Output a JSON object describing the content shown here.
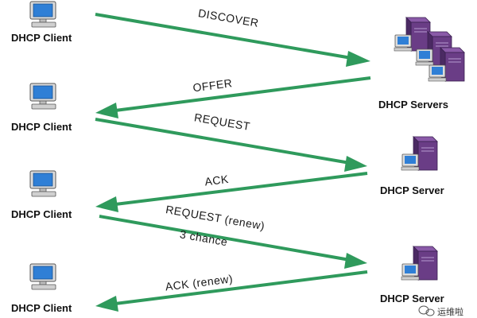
{
  "colors": {
    "arrow": "#2f9a5c",
    "monitor_body": "#dcdcdc",
    "screen": "#2f7fd6",
    "server": "#6a3d86",
    "server_dark": "#4b2a63"
  },
  "icons": {
    "client": "computer-icon",
    "server": "server-icon",
    "servers": "server-group-icon",
    "watermark": "wechat-icon"
  },
  "clients": [
    {
      "label": "DHCP Client"
    },
    {
      "label": "DHCP Client"
    },
    {
      "label": "DHCP Client"
    },
    {
      "label": "DHCP Client"
    }
  ],
  "servers": [
    {
      "label": "DHCP Servers"
    },
    {
      "label": "DHCP Server"
    },
    {
      "label": "DHCP Server"
    }
  ],
  "messages": [
    {
      "label": "DISCOVER",
      "direction": "client-to-server"
    },
    {
      "label": "OFFER",
      "direction": "server-to-client"
    },
    {
      "label": "REQUEST",
      "direction": "client-to-server"
    },
    {
      "label": "ACK",
      "direction": "server-to-client"
    },
    {
      "label": "REQUEST (renew)",
      "sublabel": "3 chance",
      "direction": "client-to-server"
    },
    {
      "label": "ACK (renew)",
      "direction": "server-to-client"
    }
  ],
  "watermark": {
    "text": "运维啦"
  }
}
